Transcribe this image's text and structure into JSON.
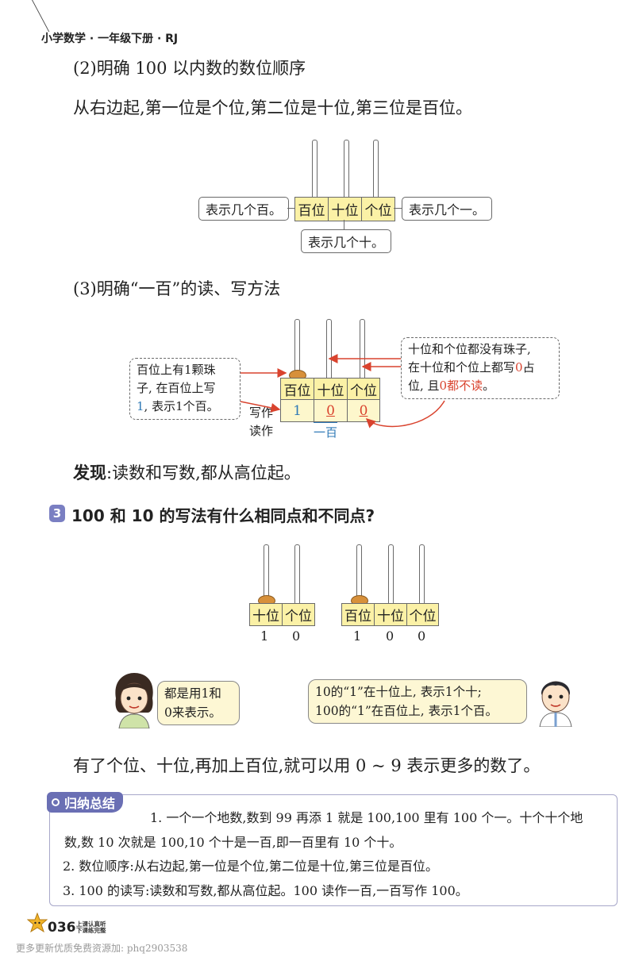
{
  "header": {
    "book_title": "小学数学 · 一年级下册 · RJ"
  },
  "section2": {
    "heading": "(2)明确 100 以内数的数位顺序",
    "sentence": "从右边起,第一位是个位,第二位是十位,第三位是百位。",
    "places": [
      "百位",
      "十位",
      "个位"
    ],
    "label_left": "表示几个百。",
    "label_right": "表示几个一。",
    "label_bottom": "表示几个十。"
  },
  "section3": {
    "heading": "(3)明确“一百”的读、写方法",
    "places": [
      "百位",
      "十位",
      "个位"
    ],
    "digits": [
      "1",
      "0",
      "0"
    ],
    "row_write": "写作",
    "row_read": "读作",
    "reading": "一百",
    "note_left_lines": [
      "百位上有1颗珠",
      "子, 在百位上写",
      "1, 表示1个百。"
    ],
    "note_right_lines": [
      "十位和个位都没有珠子,",
      "在十位和个位上都写0占",
      "位, 且0都不读。"
    ],
    "discovery_label": "发现",
    "discovery_text": ":读数和写数,都从高位起。"
  },
  "question3": {
    "number": "3",
    "text": "100 和 10 的写法有什么相同点和不同点?",
    "abacus_small": {
      "places": [
        "十位",
        "个位"
      ],
      "digits": [
        "1",
        "0"
      ]
    },
    "abacus_large": {
      "places": [
        "百位",
        "十位",
        "个位"
      ],
      "digits": [
        "1",
        "0",
        "0"
      ]
    },
    "girl_bubble_lines": [
      "都是用1和",
      "0来表示。"
    ],
    "boy_bubble_lines": [
      "10的“1”在十位上, 表示1个十;",
      "100的“1”在百位上, 表示1个百。"
    ],
    "conclusion": "有了个位、十位,再加上百位,就可以用 0 ~ 9 表示更多的数了。"
  },
  "summary": {
    "badge": "归纳总结",
    "line1a": "1. 一个一个地数,数到 99 再添 1 就是 100,100 里有 100 个一。十个十个地",
    "line1b": "数,数 10 次就是 100,10 个十是一百,即一百里有 10 个十。",
    "line2": "2. 数位顺序:从右边起,第一位是个位,第二位是十位,第三位是百位。",
    "line3": "3. 100 的读写:读数和写数,都从高位起。100 读作一百,一百写作 100。"
  },
  "footer": {
    "page_number": "036",
    "slogan_lines": [
      "上课认真听",
      "下课练完整"
    ],
    "watermark": "更多更新优质免费资源加: phq2903538"
  },
  "colors": {
    "place_cell": "#fbf1a6",
    "bead": "#d7903a",
    "accent_red": "#d9432e",
    "accent_blue": "#2f79b6",
    "badge_purple": "#6a6fb4"
  }
}
